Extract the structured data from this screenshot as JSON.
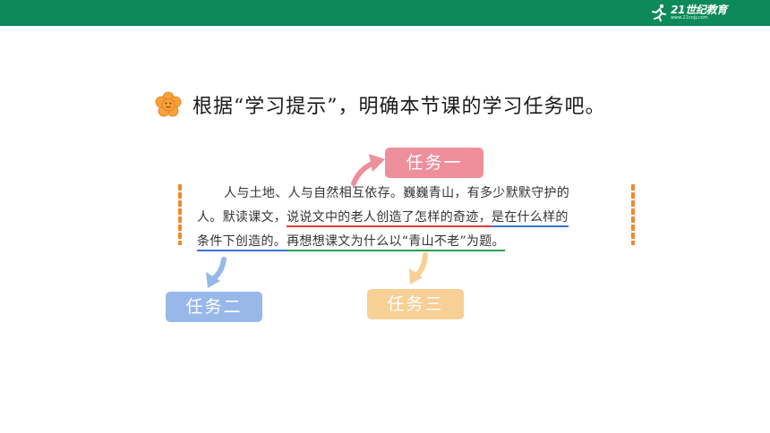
{
  "header": {
    "brand_text": "21世纪教育",
    "brand_url": "www.21cnjy.com"
  },
  "heading": {
    "icon": "flower-icon",
    "text": "根据“学习提示”，明确本节课的学习任务吧。"
  },
  "tasks": {
    "task1": "任务一",
    "task2": "任务二",
    "task3": "任务三"
  },
  "passage": {
    "line1": "人与土地、人与自然相互依存。巍巍青山，有多少默默守护的",
    "line2_a": "人。默读课文，",
    "line2_b": "说说文中的老人创造了怎样的奇迹，",
    "line2_c": "是在什么样的",
    "line3_a": "条件下创造的。",
    "line3_b": "再想想课文为什么以“青山不老”为题。"
  },
  "colors": {
    "topbar": "#0e8a5a",
    "task1": "#ef8f9c",
    "task2": "#98b8ea",
    "task3": "#f8cf94",
    "bracket": "#f08a2c",
    "underline_red": "#e23a3a",
    "underline_blue": "#3d6fd4",
    "underline_green": "#2ca04a"
  }
}
